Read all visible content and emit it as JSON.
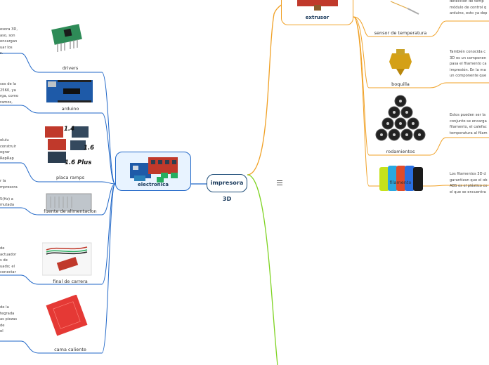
{
  "central": {
    "title": "impresora 3D",
    "menu_icon": "hamburger-icon"
  },
  "left_branch": {
    "title": "electronica",
    "items": [
      {
        "label": "drivers",
        "note": "esora 3D,\naso, son\nencargan\nuar los\ns."
      },
      {
        "label": "arduino",
        "note": "sos de la\n2560, ya\nrga, como\nramos,"
      },
      {
        "label": "placa ramps",
        "note": "olulu\nconstruir\negrar\nRepRap",
        "image_text": [
          "1.4",
          "1.6",
          "1.6 Plus"
        ]
      },
      {
        "label": "fuente de alimentacion",
        "note": "r la\nmpresora\n\n5(Hz) a\nmutada"
      },
      {
        "label": "final de carrera",
        "note": "de\nactuador\ns de\nuado; el\nconectar"
      },
      {
        "label": "cama caliente",
        "note": "de la\ntegrada\nas piezas\nde\nel"
      }
    ]
  },
  "right_branch": {
    "title": "extrusor",
    "items": [
      {
        "label": "sensor de temperatura",
        "note": "detección de temp\nmódulo de control q\narduino, esto ya dep"
      },
      {
        "label": "boquilla",
        "note": "También conocida c\n3D es un componen\npasa el filamento ca\nimpresión. En la ma\nun componente que"
      },
      {
        "label": "rodamientos",
        "note": "Estos pueden ser la\nconjunto se encarga\nfilamento, el calefac\ntemperatura al filam"
      },
      {
        "label": "filamento",
        "note": "Los filamentos 3D d\ngarantizan que el ob\nABS es el plástico co\nel que se encuentra"
      }
    ]
  },
  "colors": {
    "left": "#1f66c7",
    "left_fill": "#e6f2ff",
    "right": "#f0a024",
    "green": "#7ed321",
    "central": "#1f4e79",
    "text_dark": "#1a3a5c"
  }
}
